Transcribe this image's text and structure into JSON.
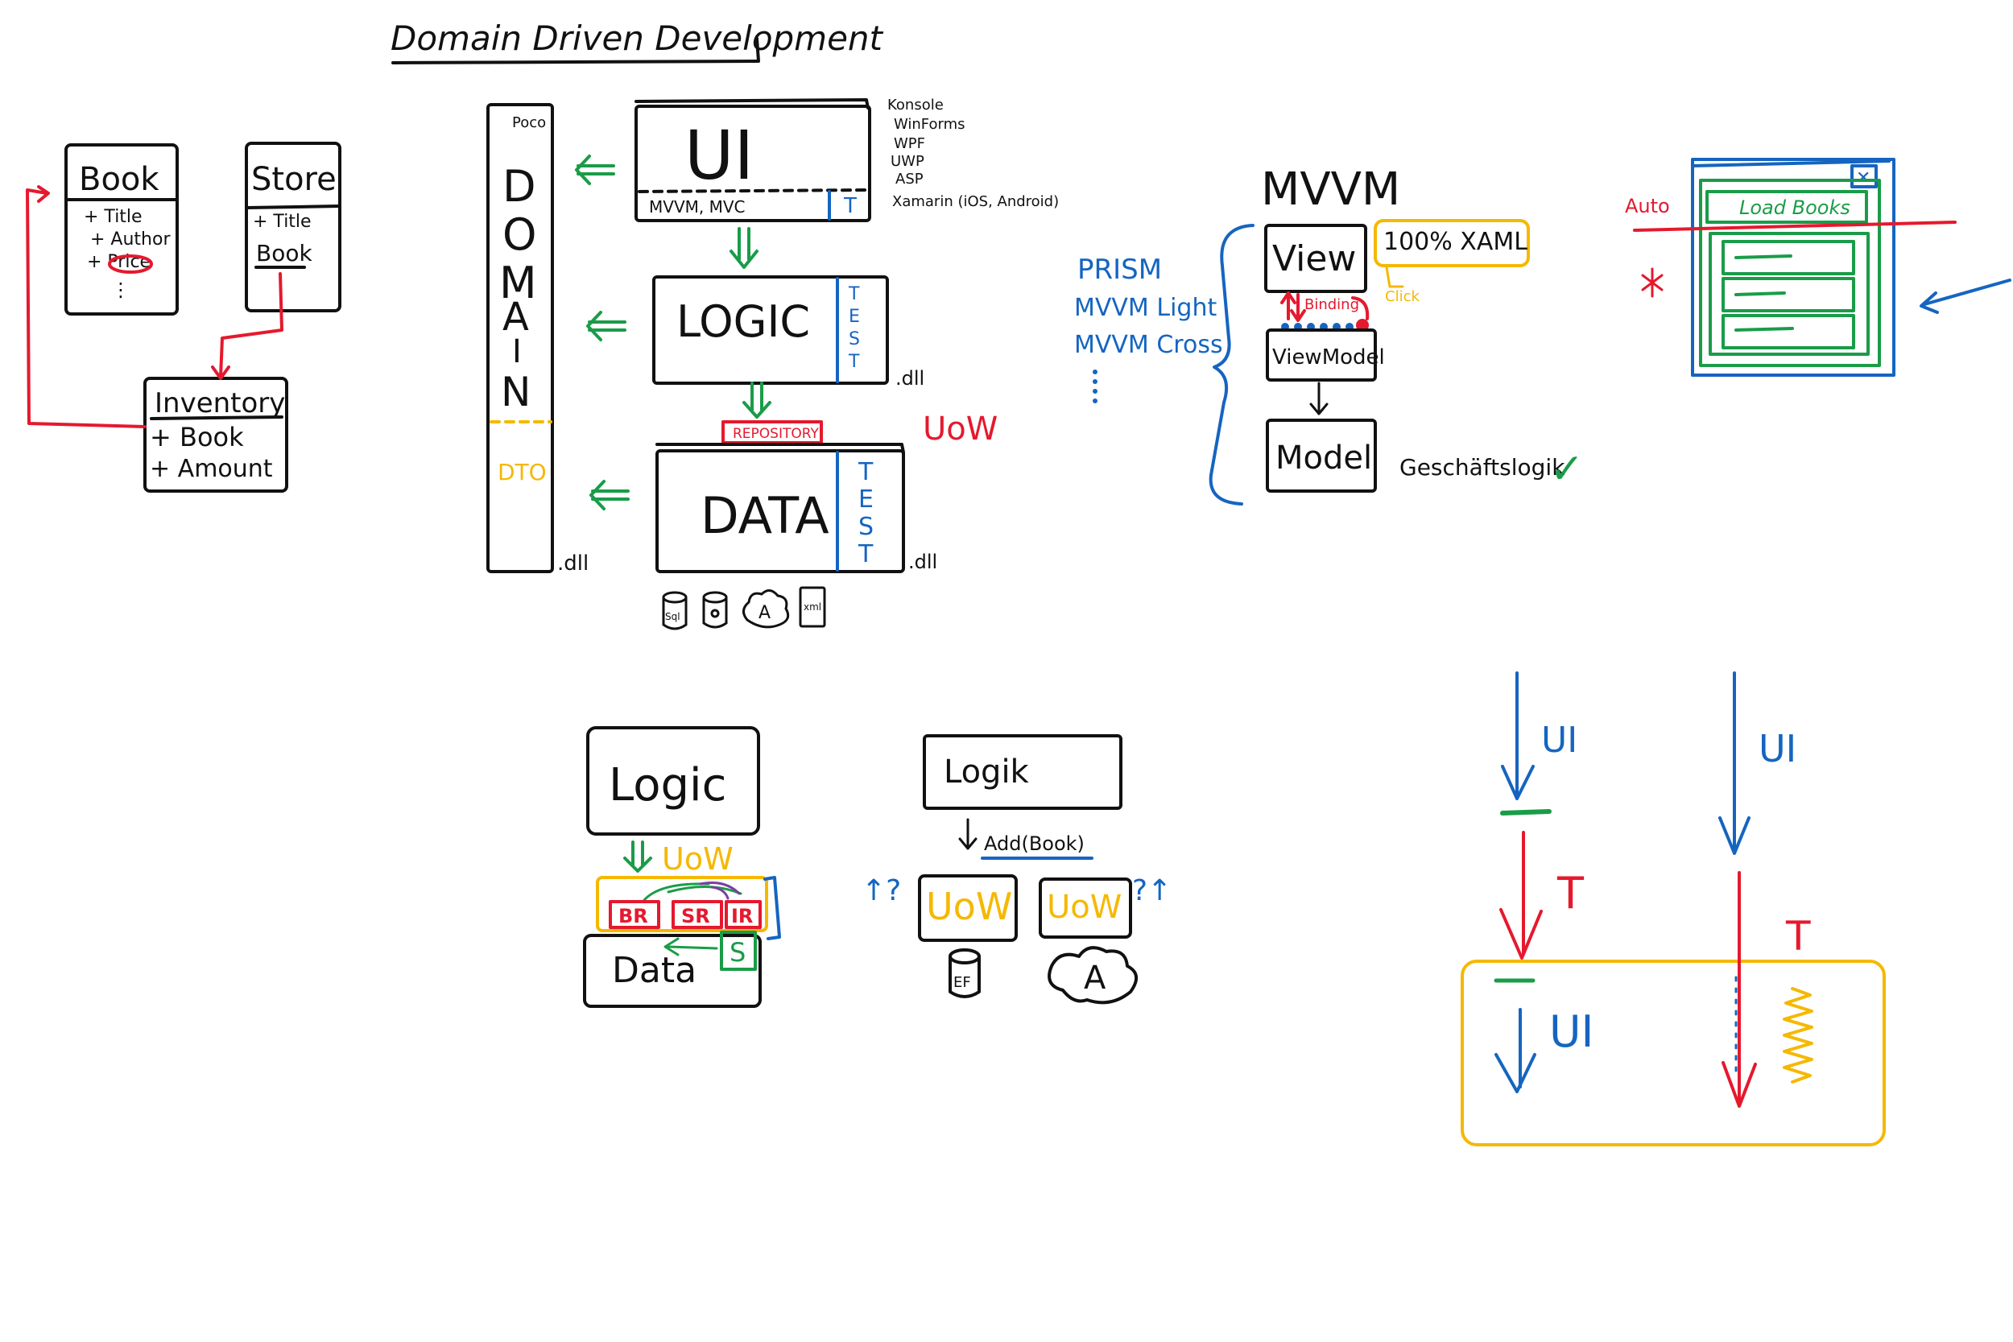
{
  "title": "Domain Driven Development",
  "class_diagram": {
    "book": {
      "name": "Book",
      "fields": [
        "+ Title",
        "+ Author",
        "+ Price",
        "⋮"
      ]
    },
    "store": {
      "name": "Store",
      "fields": [
        "+ Title",
        "Book"
      ]
    },
    "inventory": {
      "name": "Inventory",
      "fields": [
        "+ Book",
        "+ Amount"
      ]
    }
  },
  "architecture": {
    "domain_label": "DOMAIN",
    "domain_letters": [
      "D",
      "O",
      "M",
      "A",
      "I",
      "N"
    ],
    "poco": "Poco",
    "dto": "DTO",
    "domain_dll": ".dll",
    "ui": {
      "name": "UI",
      "bottom": "MVVM, MVC",
      "test": "T"
    },
    "ui_targets": [
      "Konsole",
      "WinForms",
      "WPF",
      "UWP",
      "ASP",
      "Xamarin (iOS, Android)"
    ],
    "logic": {
      "name": "LOGIC",
      "test": [
        "T",
        "E",
        "S",
        "T"
      ],
      "dll": ".dll"
    },
    "repository": "REPOSITORY",
    "uow": "UoW",
    "data": {
      "name": "DATA",
      "test": [
        "T",
        "E",
        "S",
        "T"
      ],
      "dll": ".dll"
    },
    "data_sources": [
      "Sql",
      "",
      "A",
      "xml"
    ]
  },
  "mvvm": {
    "title": "MVVM",
    "frameworks": [
      "PRISM",
      "MVVM Light",
      "MVVM Cross"
    ],
    "view": "View",
    "xaml": "100% XAML",
    "click": "Click",
    "binding": "Binding",
    "viewmodel": "ViewModel",
    "model": "Model",
    "model_note": "Geschäftslogik",
    "check": "✓"
  },
  "mockup": {
    "auto": "Auto",
    "button": "Load Books",
    "close": "✕"
  },
  "uow_detail": {
    "logic": "Logic",
    "uow": "UoW",
    "repos": [
      "BR",
      "SR",
      "IR"
    ],
    "service": "S",
    "data": "Data"
  },
  "logik_detail": {
    "logik": "Logik",
    "call": "Add(Book)",
    "uow_left": "UoW",
    "uow_right": "UoW",
    "q_left": "↑?",
    "q_right": "?↑",
    "ef": "EF",
    "cloud": "A"
  },
  "flow": {
    "ui_1": "UI",
    "t_1": "T",
    "ui_2": "UI",
    "ui_3": "UI",
    "t_2": "T"
  }
}
